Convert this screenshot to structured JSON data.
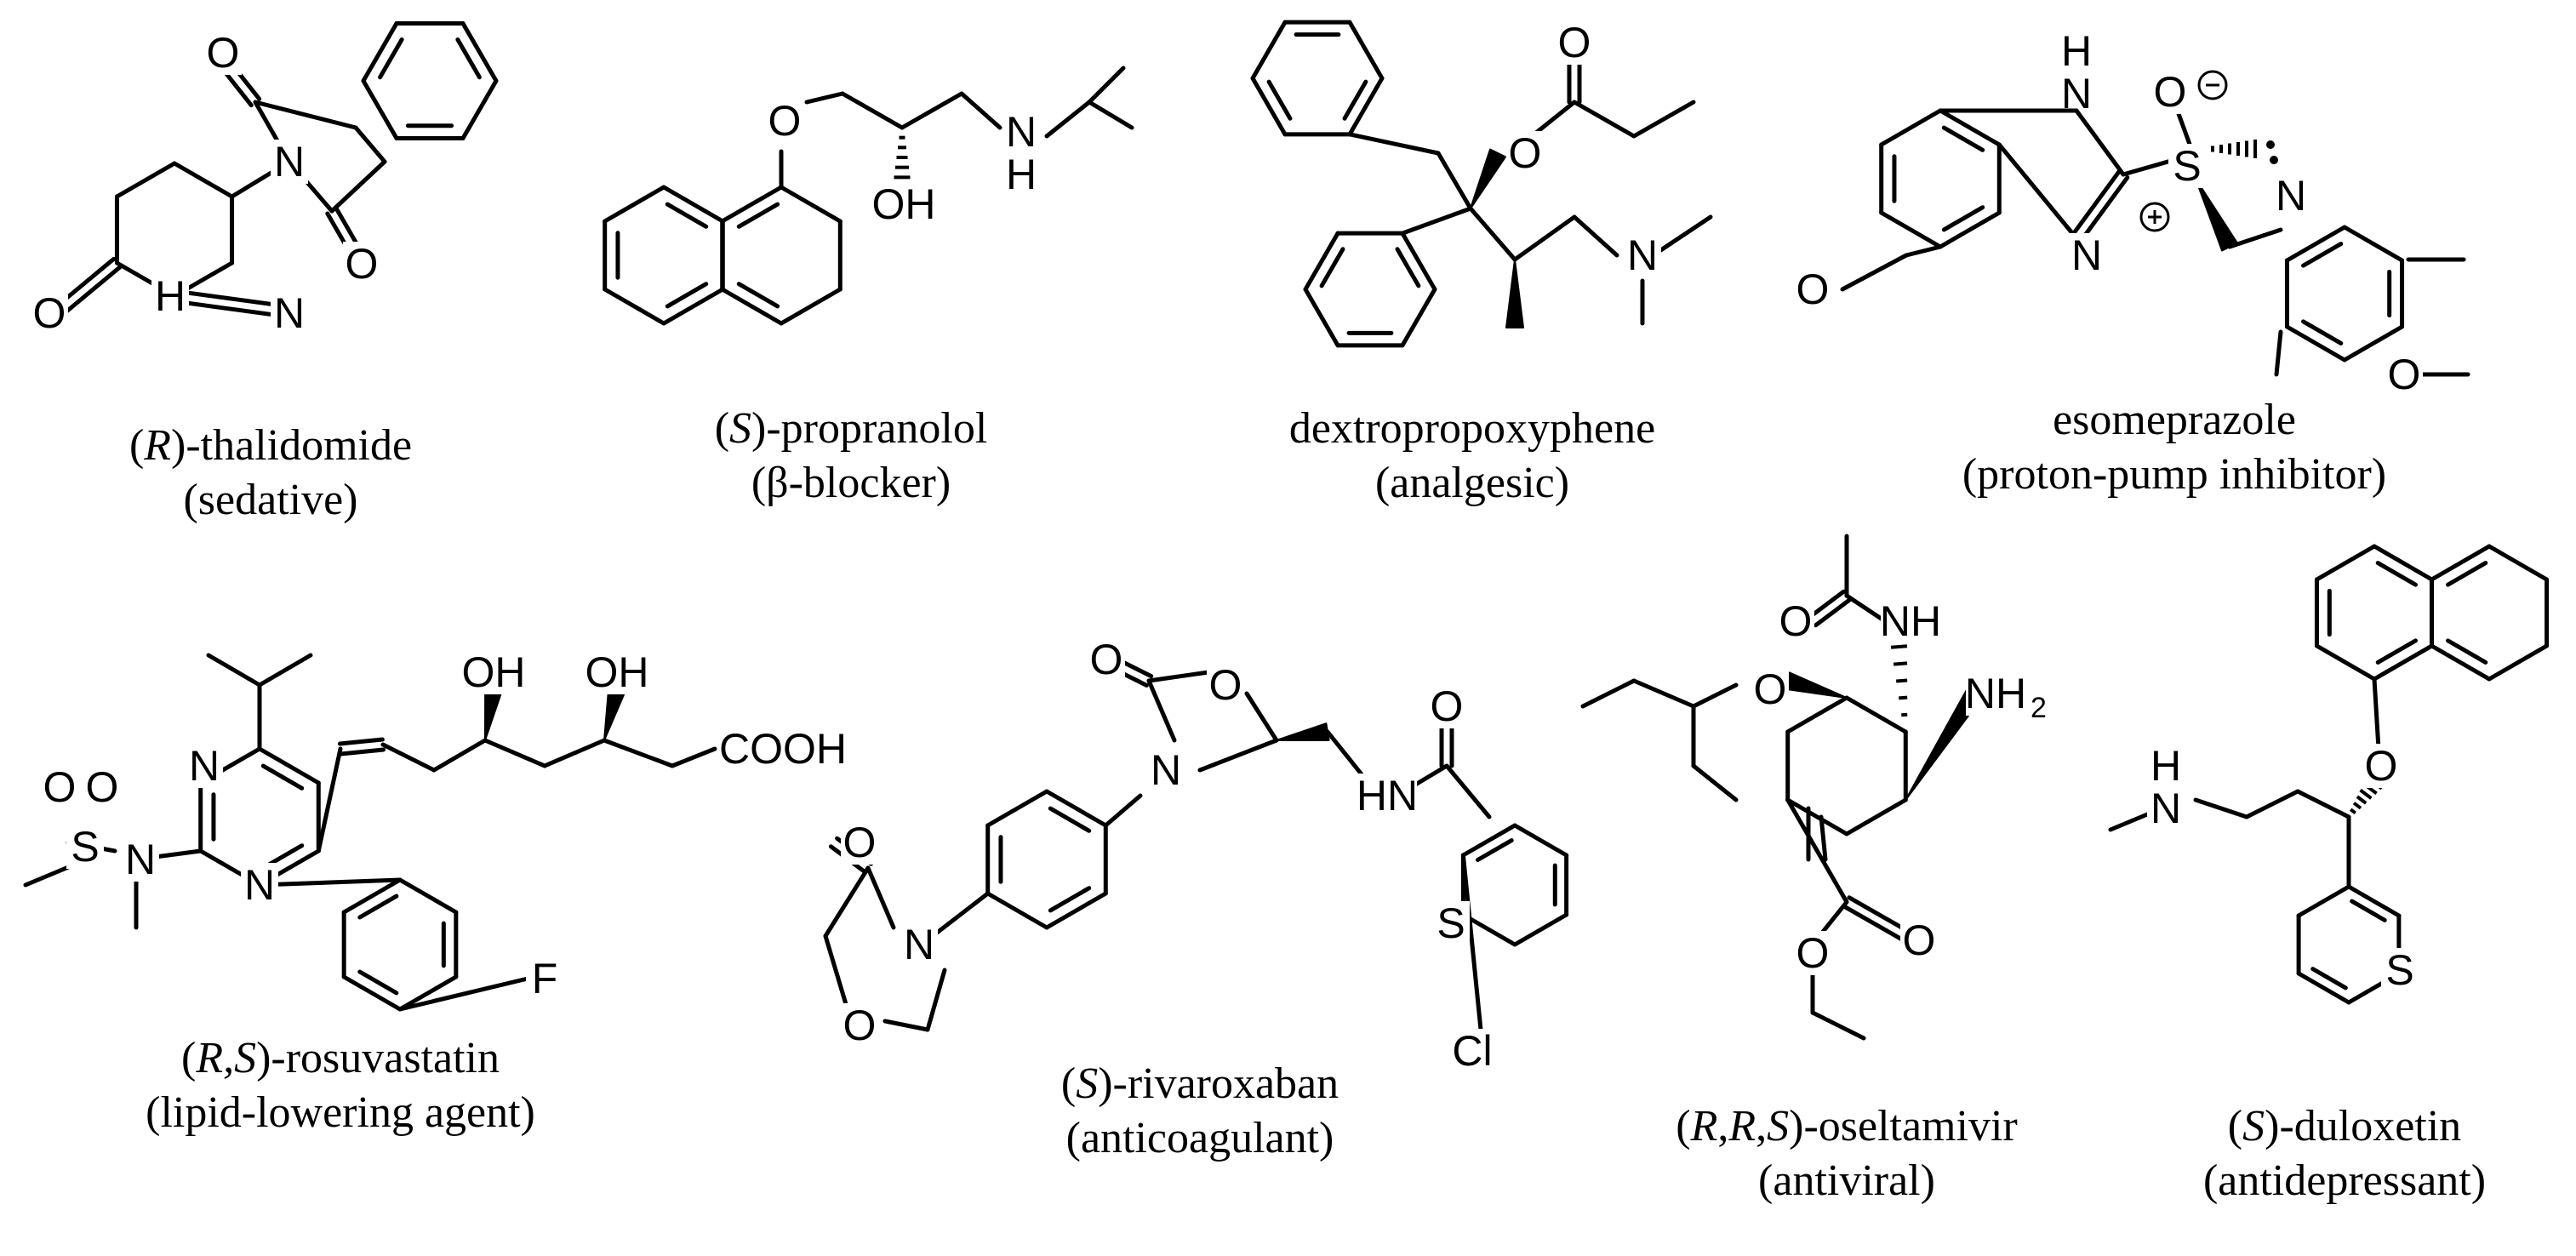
{
  "compounds": [
    {
      "id": "thalidomide",
      "caption_lines": [
        [
          {
            "text": "("
          },
          {
            "text": "R",
            "italic": true
          },
          {
            "text": ")-thalidomide"
          }
        ],
        [
          {
            "text": "(sedative)"
          }
        ]
      ],
      "labels": [
        "O",
        "O",
        "N",
        "O",
        "N",
        "H"
      ]
    },
    {
      "id": "propranolol",
      "caption_lines": [
        [
          {
            "text": "("
          },
          {
            "text": "S",
            "italic": true
          },
          {
            "text": ")-propranolol"
          }
        ],
        [
          {
            "text": "(β-blocker)"
          }
        ]
      ],
      "labels": [
        "O",
        "OH",
        "N",
        "H"
      ]
    },
    {
      "id": "dextropropoxyphene",
      "caption_lines": [
        [
          {
            "text": "dextropropoxyphene"
          }
        ],
        [
          {
            "text": "(analgesic)"
          }
        ]
      ],
      "labels": [
        "O",
        "O",
        "N"
      ]
    },
    {
      "id": "esomeprazole",
      "caption_lines": [
        [
          {
            "text": "esomeprazole"
          }
        ],
        [
          {
            "text": "(proton-pump inhibitor)"
          }
        ]
      ],
      "labels": [
        "H",
        "N",
        "N",
        "O",
        "S",
        "N",
        "O",
        "O"
      ]
    },
    {
      "id": "rosuvastatin",
      "caption_lines": [
        [
          {
            "text": "("
          },
          {
            "text": "R,S",
            "italic": true
          },
          {
            "text": ")-rosuvastatin"
          }
        ],
        [
          {
            "text": "(lipid-lowering agent)"
          }
        ]
      ],
      "labels": [
        "OH",
        "OH",
        "COOH",
        "N",
        "N",
        "O",
        "O",
        "S",
        "N",
        "F"
      ]
    },
    {
      "id": "rivaroxaban",
      "caption_lines": [
        [
          {
            "text": "("
          },
          {
            "text": "S",
            "italic": true
          },
          {
            "text": ")-rivaroxaban"
          }
        ],
        [
          {
            "text": "(anticoagulant)"
          }
        ]
      ],
      "labels": [
        "O",
        "O",
        "N",
        "HN",
        "O",
        "O",
        "N",
        "O",
        "S",
        "Cl"
      ]
    },
    {
      "id": "oseltamivir",
      "caption_lines": [
        [
          {
            "text": "("
          },
          {
            "text": "R",
            "italic": true
          },
          {
            "text": ","
          },
          {
            "text": "R",
            "italic": true
          },
          {
            "text": ","
          },
          {
            "text": "S",
            "italic": true
          },
          {
            "text": ")-oseltamivir"
          }
        ],
        [
          {
            "text": "(antiviral)"
          }
        ]
      ],
      "labels": [
        "O",
        "NH",
        "O",
        "NH",
        "2",
        "O",
        "O"
      ]
    },
    {
      "id": "duloxetin",
      "caption_lines": [
        [
          {
            "text": "("
          },
          {
            "text": "S",
            "italic": true
          },
          {
            "text": ")-duloxetin"
          }
        ],
        [
          {
            "text": "(antidepressant)"
          }
        ]
      ],
      "labels": [
        "H",
        "N",
        "O",
        "S"
      ]
    }
  ]
}
